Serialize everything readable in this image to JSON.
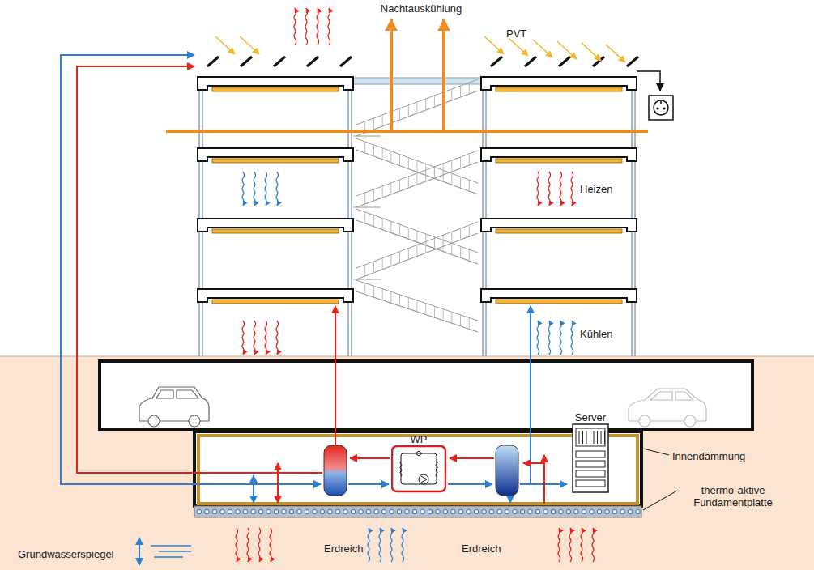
{
  "diagram": {
    "nodes": [
      {
        "text": [
          "WP"
        ]
      },
      {
        "text": [
          "Server"
        ]
      }
    ],
    "labels": [
      "Nachtauskühlung",
      "PVT",
      "Heizen",
      "Kühlen",
      "Innendämmung",
      "thermo-aktive Fundamentplatte",
      "Grundwasserspiegel",
      "Erdreich",
      "Erdreich"
    ]
  }
}
